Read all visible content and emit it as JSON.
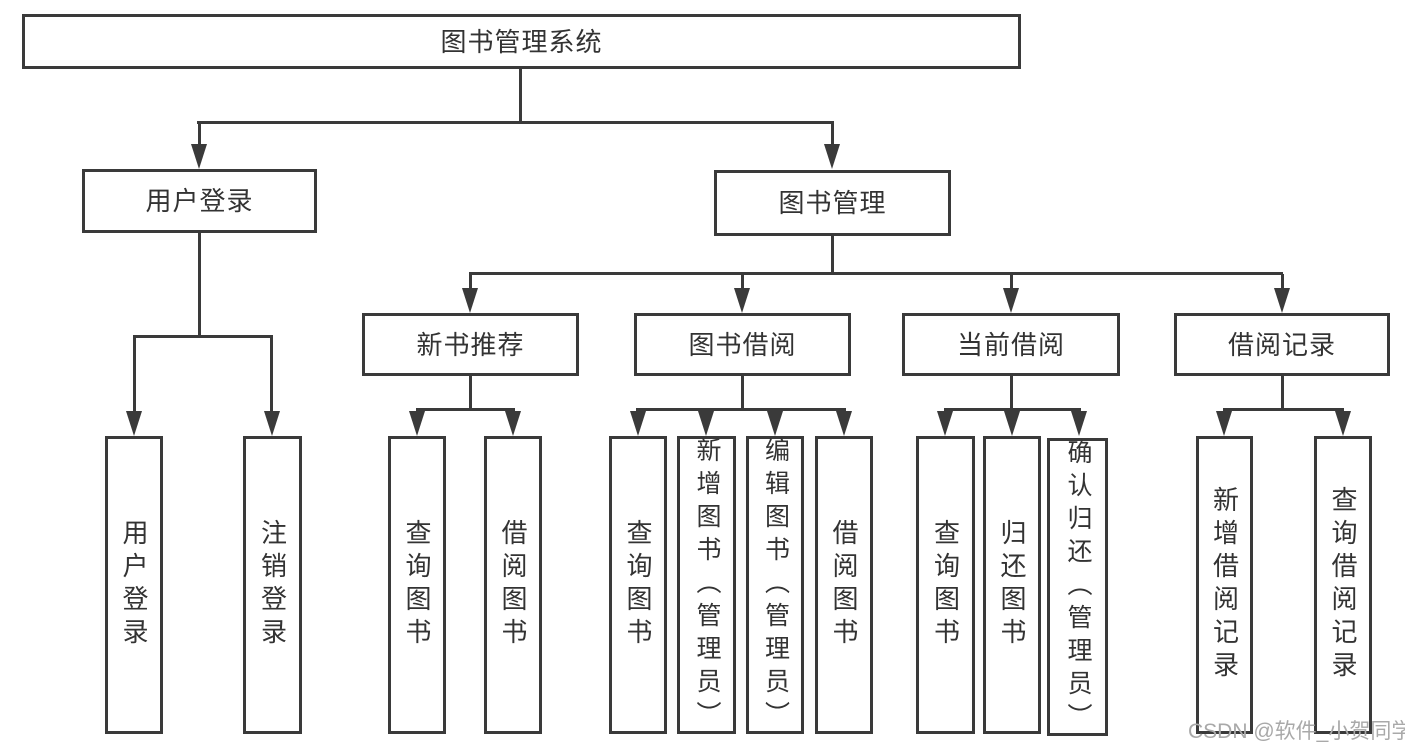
{
  "nodes": {
    "root": "图书管理系统",
    "user_login": "用户登录",
    "book_management": "图书管理",
    "new_book_recommend": "新书推荐",
    "book_borrowing": "图书借阅",
    "current_borrowing": "当前借阅",
    "borrowing_records": "借阅记录"
  },
  "leaves": {
    "user_login": [
      "用户登录",
      "注销登录"
    ],
    "new_book_recommend": [
      "查询图书",
      "借阅图书"
    ],
    "book_borrowing": [
      "查询图书",
      "新增图书（管理员）",
      "编辑图书（管理员）",
      "借阅图书"
    ],
    "current_borrowing": [
      "查询图书",
      "归还图书",
      "确认归还（管理员）"
    ],
    "borrowing_records": [
      "新增借阅记录",
      "查询借阅记录"
    ]
  },
  "watermark": "CSDN @软件_小贺同学",
  "colors": {
    "line": "#3a3a3a",
    "text": "#333333",
    "watermark": "#a9a9a9",
    "background": "#ffffff"
  }
}
